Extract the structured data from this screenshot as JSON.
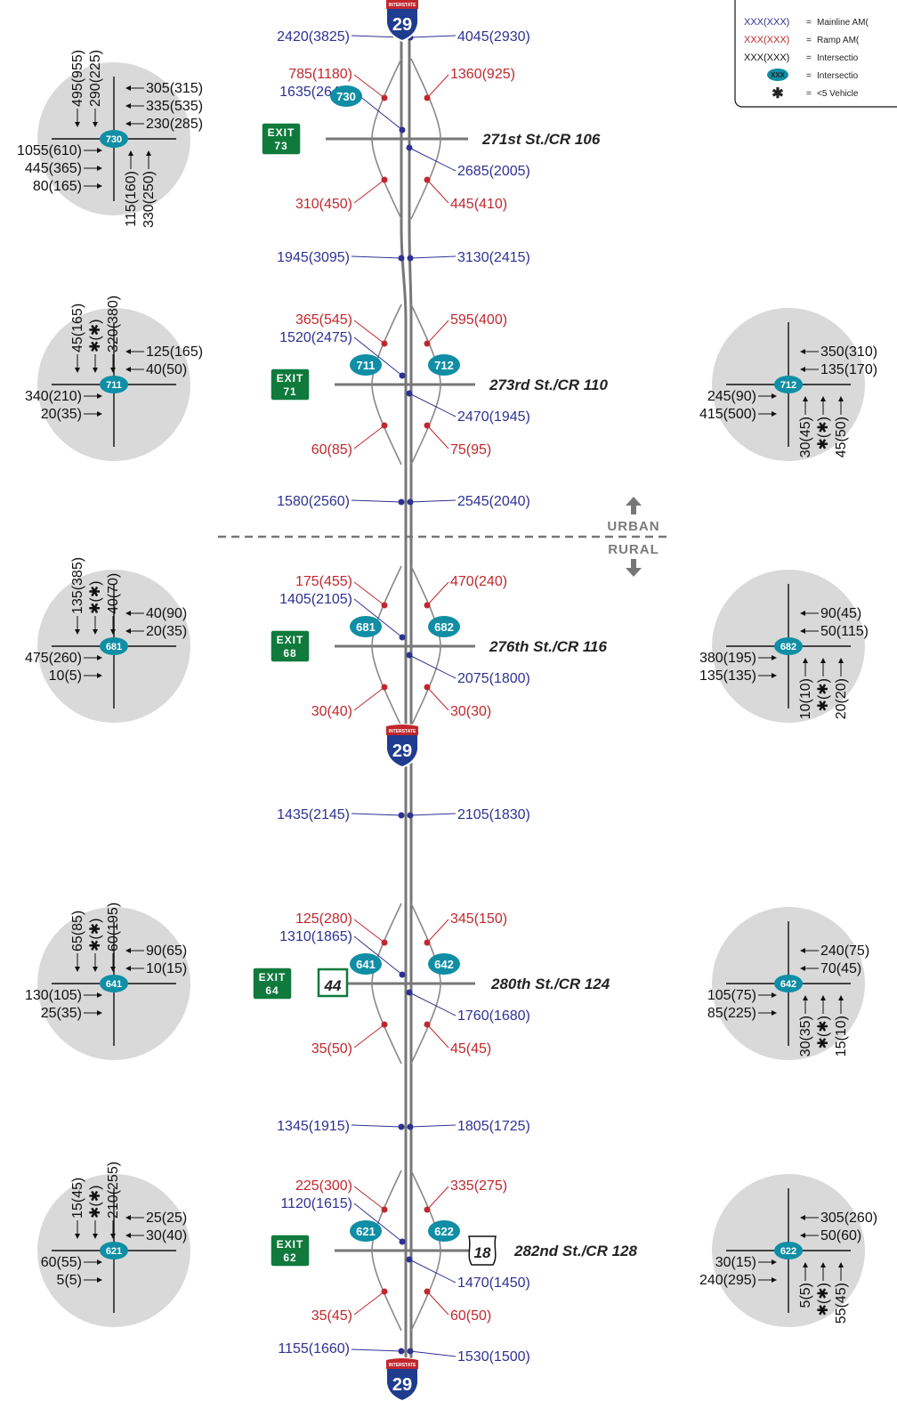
{
  "colors": {
    "mainline": "#2e3192",
    "ramp": "#c1272d",
    "intersection": "#111111",
    "badge": "#0f8ea5",
    "exit_sign": "#0f7a3c",
    "circle": "#d9d9d9",
    "road": "#777777"
  },
  "legend": {
    "rows": [
      {
        "sample": "XXX(XXX)",
        "eq": "=",
        "text": "Mainline AM(",
        "kind": "mainline"
      },
      {
        "sample": "XXX(XXX)",
        "eq": "=",
        "text": "Ramp AM(",
        "kind": "ramp"
      },
      {
        "sample": "XXX(XXX)",
        "eq": "=",
        "text": "Intersectio",
        "kind": "intersection"
      },
      {
        "sample": "XXX",
        "eq": "=",
        "text": "Intersectio",
        "kind": "badge"
      },
      {
        "sample": "✱",
        "eq": "=",
        "text": "<5 Vehicle",
        "kind": "asterisk"
      }
    ]
  },
  "shields": [
    {
      "name": "interstate-29-shield-top",
      "label": "INTERSTATE",
      "number": "29"
    },
    {
      "name": "interstate-29-shield-middle",
      "label": "INTERSTATE",
      "number": "29"
    },
    {
      "name": "interstate-29-shield-bottom",
      "label": "INTERSTATE",
      "number": "29"
    }
  ],
  "zones": {
    "urban": "URBAN",
    "rural": "RURAL"
  },
  "interchanges": [
    {
      "exit_label": "EXIT",
      "exit_number": "73",
      "road_name": "271st St./CR 106",
      "badges": [
        "730"
      ],
      "mainline": {
        "nb_in": "2420(3825)",
        "sb_in": "4045(2930)",
        "mid_left": "1635(2645)",
        "mid_right": "2685(2005)"
      },
      "ramps": {
        "nw": "785(1180)",
        "ne": "1360(925)",
        "sw": "310(450)",
        "se": "445(410)"
      }
    },
    {
      "exit_label": "EXIT",
      "exit_number": "71",
      "road_name": "273rd St./CR 110",
      "badges": [
        "711",
        "712"
      ],
      "mainline": {
        "nb_in": "1945(3095)",
        "sb_in": "3130(2415)",
        "mid_left": "1520(2475)",
        "mid_right": "2470(1945)"
      },
      "ramps": {
        "nw": "365(545)",
        "ne": "595(400)",
        "sw": "60(85)",
        "se": "75(95)"
      }
    },
    {
      "exit_label": "EXIT",
      "exit_number": "68",
      "road_name": "276th St./CR 116",
      "badges": [
        "681",
        "682"
      ],
      "mainline": {
        "nb_in": "1580(2560)",
        "sb_in": "2545(2040)",
        "mid_left": "1405(2105)",
        "mid_right": "2075(1800)"
      },
      "ramps": {
        "nw": "175(455)",
        "ne": "470(240)",
        "sw": "30(40)",
        "se": "30(30)"
      }
    },
    {
      "exit_label": "EXIT",
      "exit_number": "64",
      "road_name": "280th St./CR 124",
      "route_shield": "44",
      "badges": [
        "641",
        "642"
      ],
      "mainline": {
        "nb_in": "1435(2145)",
        "sb_in": "2105(1830)",
        "mid_left": "1310(1865)",
        "mid_right": "1760(1680)"
      },
      "ramps": {
        "nw": "125(280)",
        "ne": "345(150)",
        "sw": "35(50)",
        "se": "45(45)"
      }
    },
    {
      "exit_label": "EXIT",
      "exit_number": "62",
      "road_name": "282nd St./CR 128",
      "route_shield": "18",
      "badges": [
        "621",
        "622"
      ],
      "mainline": {
        "nb_in": "1345(1915)",
        "sb_in": "1805(1725)",
        "mid_left": "1120(1615)",
        "mid_right": "1470(1450)"
      },
      "ramps": {
        "nw": "225(300)",
        "ne": "335(275)",
        "sw": "35(45)",
        "se": "60(50)"
      }
    }
  ],
  "mainline_bottom": {
    "left": "1155(1660)",
    "right": "1530(1500)"
  },
  "intersections": [
    {
      "id": "730",
      "north": [
        "495(955)",
        "290(225)"
      ],
      "east": [
        "305(315)",
        "335(535)",
        "230(285)"
      ],
      "west": [
        "1055(610)",
        "445(365)",
        "80(165)"
      ],
      "south": [
        "115(160)",
        "330(250)"
      ]
    },
    {
      "id": "711",
      "north": [
        "45(165)",
        "✱(✱)",
        "320(380)"
      ],
      "east": [
        "125(165)",
        "40(50)"
      ],
      "west": [
        "340(210)",
        "20(35)"
      ]
    },
    {
      "id": "712",
      "east": [
        "350(310)",
        "135(170)"
      ],
      "west": [
        "245(90)",
        "415(500)"
      ],
      "south": [
        "30(45)",
        "✱(✱)",
        "45(50)"
      ]
    },
    {
      "id": "681",
      "north": [
        "135(385)",
        "✱(✱)",
        "40(70)"
      ],
      "east": [
        "40(90)",
        "20(35)"
      ],
      "west": [
        "475(260)",
        "10(5)"
      ]
    },
    {
      "id": "682",
      "east": [
        "90(45)",
        "50(115)"
      ],
      "west": [
        "380(195)",
        "135(135)"
      ],
      "south": [
        "10(10)",
        "✱(✱)",
        "20(20)"
      ]
    },
    {
      "id": "641",
      "north": [
        "65(85)",
        "✱(✱)",
        "60(195)"
      ],
      "east": [
        "90(65)",
        "10(15)"
      ],
      "west": [
        "130(105)",
        "25(35)"
      ]
    },
    {
      "id": "642",
      "east": [
        "240(75)",
        "70(45)"
      ],
      "west": [
        "105(75)",
        "85(225)"
      ],
      "south": [
        "30(35)",
        "✱(✱)",
        "15(10)"
      ]
    },
    {
      "id": "621",
      "north": [
        "15(45)",
        "✱(✱)",
        "210(255)"
      ],
      "east": [
        "25(25)",
        "30(40)"
      ],
      "west": [
        "60(55)",
        "5(5)"
      ]
    },
    {
      "id": "622",
      "east": [
        "305(260)",
        "50(60)"
      ],
      "west": [
        "30(15)",
        "240(295)"
      ],
      "south": [
        "5(5)",
        "✱(✱)",
        "55(45)"
      ]
    }
  ]
}
